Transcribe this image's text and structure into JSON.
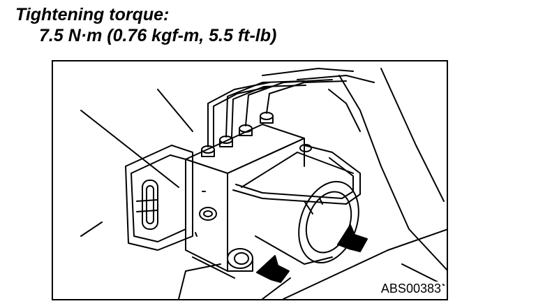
{
  "header": {
    "title": "Tightening torque:",
    "spec": "7.5 N·m (0.76 kgf-m, 5.5 ft-lb)"
  },
  "figure": {
    "code": "ABS00383",
    "arrow_count": 2
  }
}
